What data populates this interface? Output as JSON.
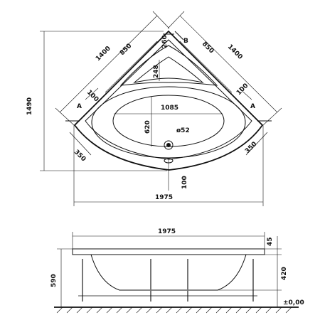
{
  "top_view": {
    "section_labels": [
      "A",
      "A",
      "B"
    ],
    "dimensions": {
      "total_width": "1975",
      "total_depth": "1490",
      "side_left": "1400",
      "side_right": "1400",
      "inner_side_left": "850",
      "inner_side_right": "850",
      "corner_cut": "260",
      "rim_left": "100",
      "rim_right": "100",
      "end_left": "350",
      "end_right": "350",
      "front_rim": "100",
      "basin_width": "1085",
      "basin_depth": "620",
      "seat_depth": "248",
      "drain_diameter": "ø52"
    }
  },
  "side_view": {
    "dimensions": {
      "total_width": "1975",
      "rim_thickness": "45",
      "inner_depth": "420",
      "total_height": "590",
      "floor_level": "±0,00"
    }
  }
}
